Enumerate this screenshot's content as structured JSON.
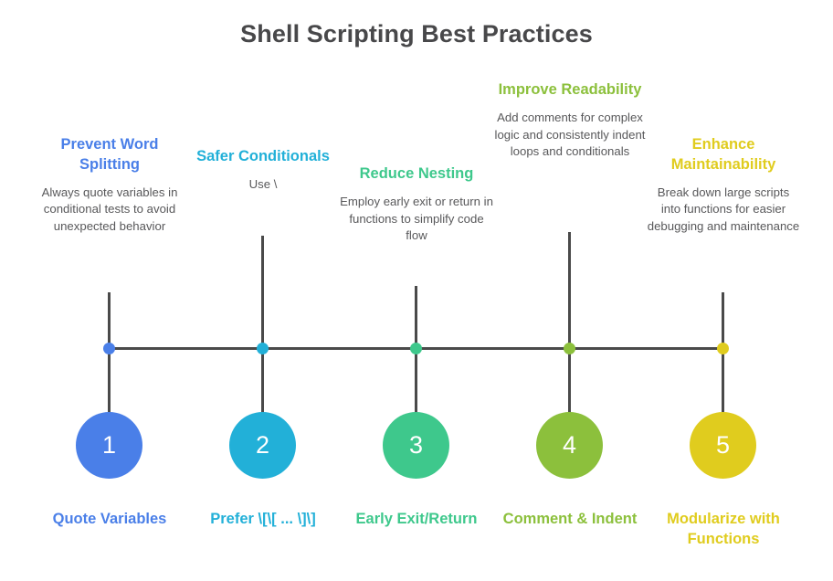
{
  "title": "Shell Scripting Best Practices",
  "background_color": "#ffffff",
  "title_color": "#48484a",
  "axis_color": "#4a4a4a",
  "body_text_color": "#58585a",
  "steps": [
    {
      "number": "1",
      "color": "#4a7fe8",
      "dot_color": "#4a7fe8",
      "heading": "Prevent Word Splitting",
      "body": "Always quote variables in conditional tests to avoid unexpected behavior",
      "label": "Quote Variables"
    },
    {
      "number": "2",
      "color": "#22b0d8",
      "dot_color": "#22b0d8",
      "heading": "Safer Conditionals",
      "body": "Use \\",
      "label": "Prefer \\[\\[ ... \\]\\]"
    },
    {
      "number": "3",
      "color": "#3ec88c",
      "dot_color": "#3ec88c",
      "heading": "Reduce Nesting",
      "body": "Employ early exit or return in functions to simplify code flow",
      "label": "Early Exit/Return"
    },
    {
      "number": "4",
      "color": "#8cc03c",
      "dot_color": "#8cc03c",
      "heading": "Improve Readability",
      "body": "Add comments for complex logic and consistently indent loops and conditionals",
      "label": "Comment & Indent"
    },
    {
      "number": "5",
      "color": "#e0cc1e",
      "dot_color": "#e0cc1e",
      "heading": "Enhance Maintainability",
      "body": "Break down large scripts into functions for easier debugging and maintenance",
      "label": "Modularize with Functions"
    }
  ]
}
